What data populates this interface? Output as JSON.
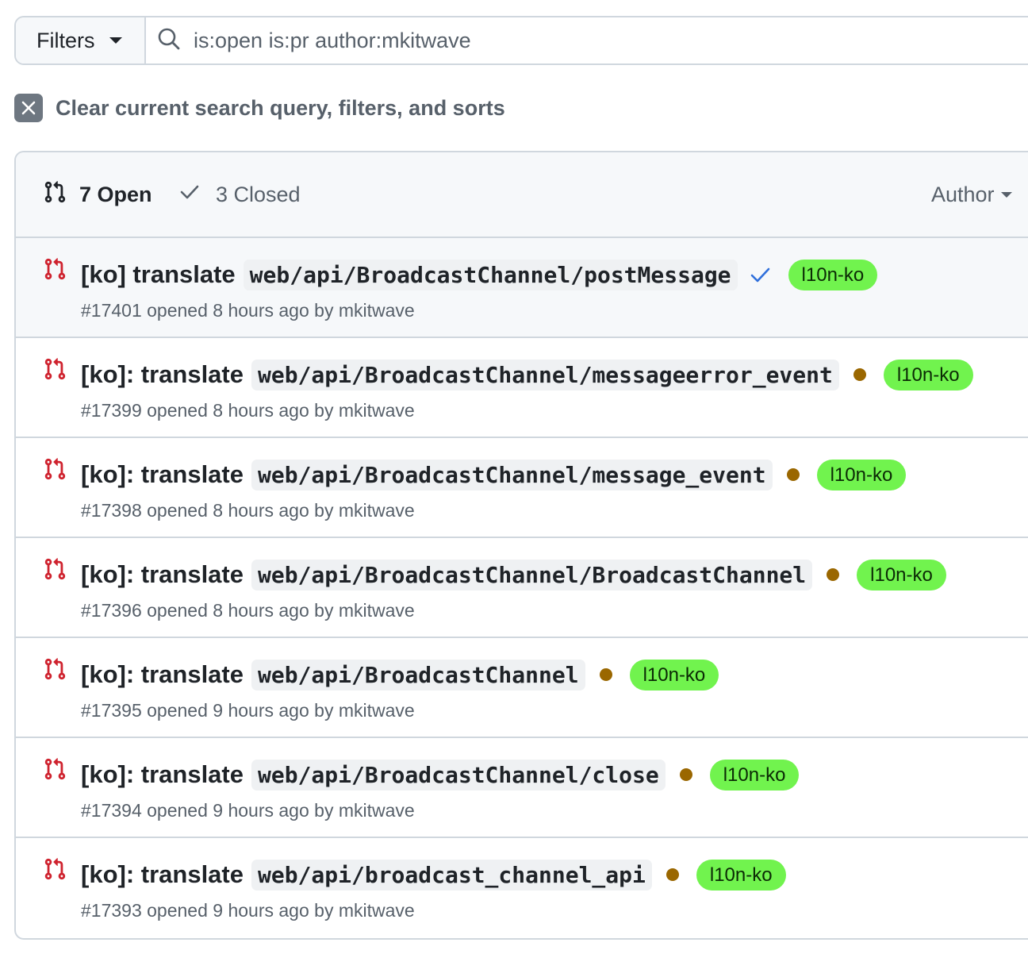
{
  "filter_bar": {
    "filters_label": "Filters",
    "search_value": "is:open is:pr author:mkitwave"
  },
  "clear": {
    "label": "Clear current search query, filters, and sorts"
  },
  "header": {
    "open_label": "7 Open",
    "closed_label": "3 Closed",
    "author_label": "Author"
  },
  "colors": {
    "pr_icon": "#cf222e",
    "label_bg": "#71f34e",
    "pending_dot": "#9a6700",
    "success_check": "#1a7f37"
  },
  "pull_requests": [
    {
      "title": "[ko] translate",
      "code": "web/api/BroadcastChannel/postMessage",
      "status": "success",
      "label": "l10n-ko",
      "number": "#17401",
      "opened_text": "opened 8 hours ago by",
      "author": "mkitwave"
    },
    {
      "title": "[ko]: translate",
      "code": "web/api/BroadcastChannel/messageerror_event",
      "status": "pending",
      "label": "l10n-ko",
      "number": "#17399",
      "opened_text": "opened 8 hours ago by",
      "author": "mkitwave"
    },
    {
      "title": "[ko]: translate",
      "code": "web/api/BroadcastChannel/message_event",
      "status": "pending",
      "label": "l10n-ko",
      "number": "#17398",
      "opened_text": "opened 8 hours ago by",
      "author": "mkitwave"
    },
    {
      "title": "[ko]: translate",
      "code": "web/api/BroadcastChannel/BroadcastChannel",
      "status": "pending",
      "label": "l10n-ko",
      "number": "#17396",
      "opened_text": "opened 8 hours ago by",
      "author": "mkitwave"
    },
    {
      "title": "[ko]: translate",
      "code": "web/api/BroadcastChannel",
      "status": "pending",
      "label": "l10n-ko",
      "number": "#17395",
      "opened_text": "opened 9 hours ago by",
      "author": "mkitwave"
    },
    {
      "title": "[ko]: translate",
      "code": "web/api/BroadcastChannel/close",
      "status": "pending",
      "label": "l10n-ko",
      "number": "#17394",
      "opened_text": "opened 9 hours ago by",
      "author": "mkitwave"
    },
    {
      "title": "[ko]: translate",
      "code": "web/api/broadcast_channel_api",
      "status": "pending",
      "label": "l10n-ko",
      "number": "#17393",
      "opened_text": "opened 9 hours ago by",
      "author": "mkitwave"
    }
  ]
}
